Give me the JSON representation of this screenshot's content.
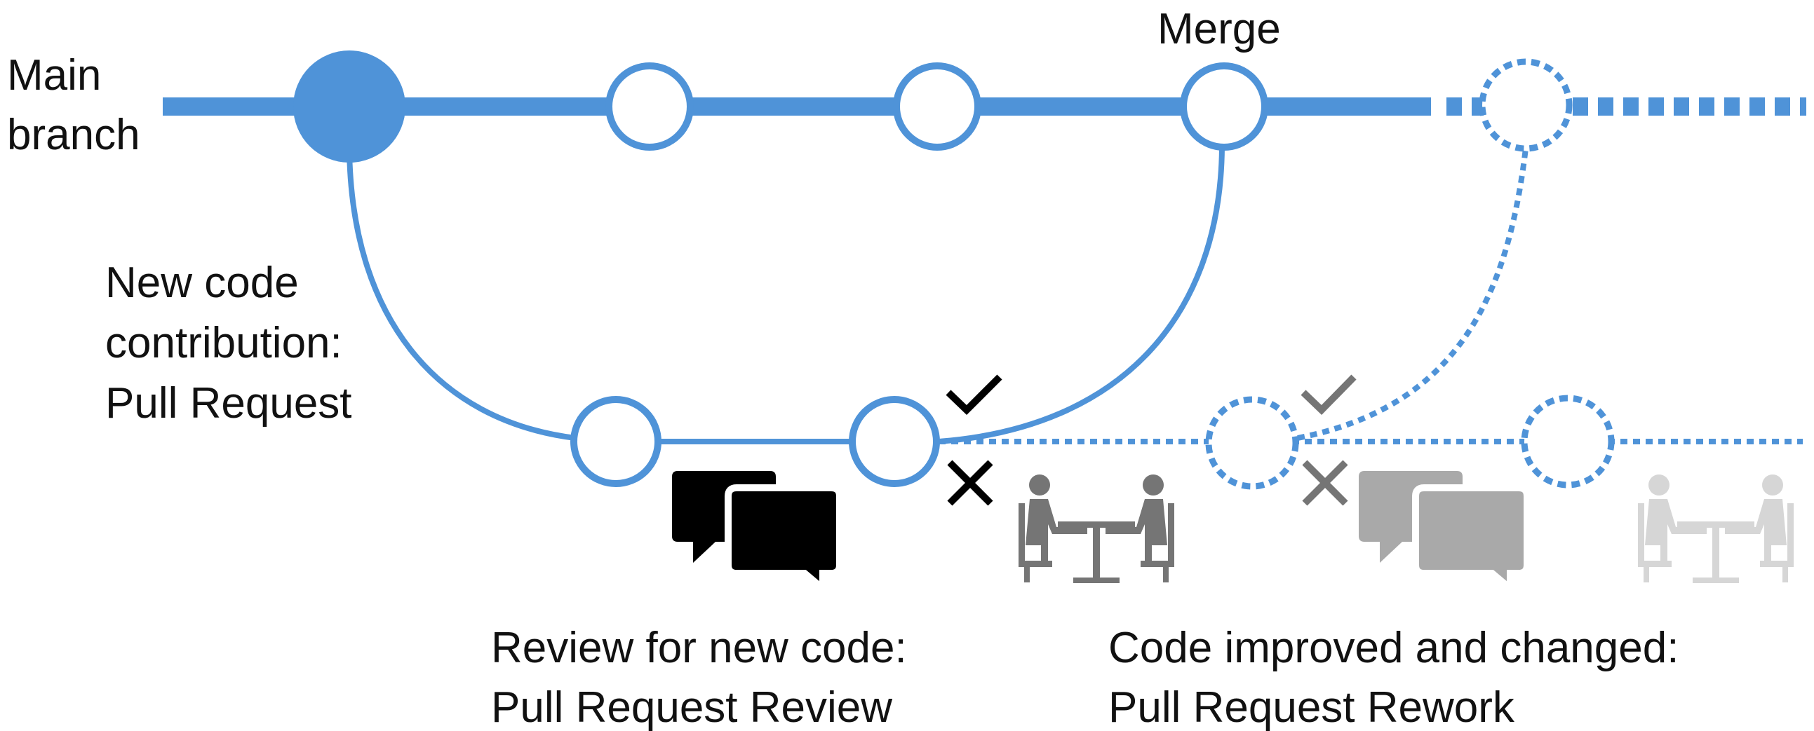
{
  "labels": {
    "main_branch": [
      "Main",
      "branch"
    ],
    "merge": "Merge",
    "contribution": [
      "New code",
      "contribution:",
      "Pull Request"
    ],
    "review": [
      "Review for new code:",
      "Pull Request Review"
    ],
    "rework": [
      "Code improved and changed:",
      "Pull Request Rework"
    ]
  },
  "colors": {
    "branch": "#4f93d8",
    "text": "#111111",
    "icon_black": "#000000",
    "icon_dark_gray": "#757575",
    "icon_mid_gray": "#a9a9a9",
    "icon_light_gray": "#d6d6d6"
  },
  "icons": [
    "check-icon",
    "cross-icon",
    "speech-bubbles-icon",
    "meeting-table-icon"
  ]
}
